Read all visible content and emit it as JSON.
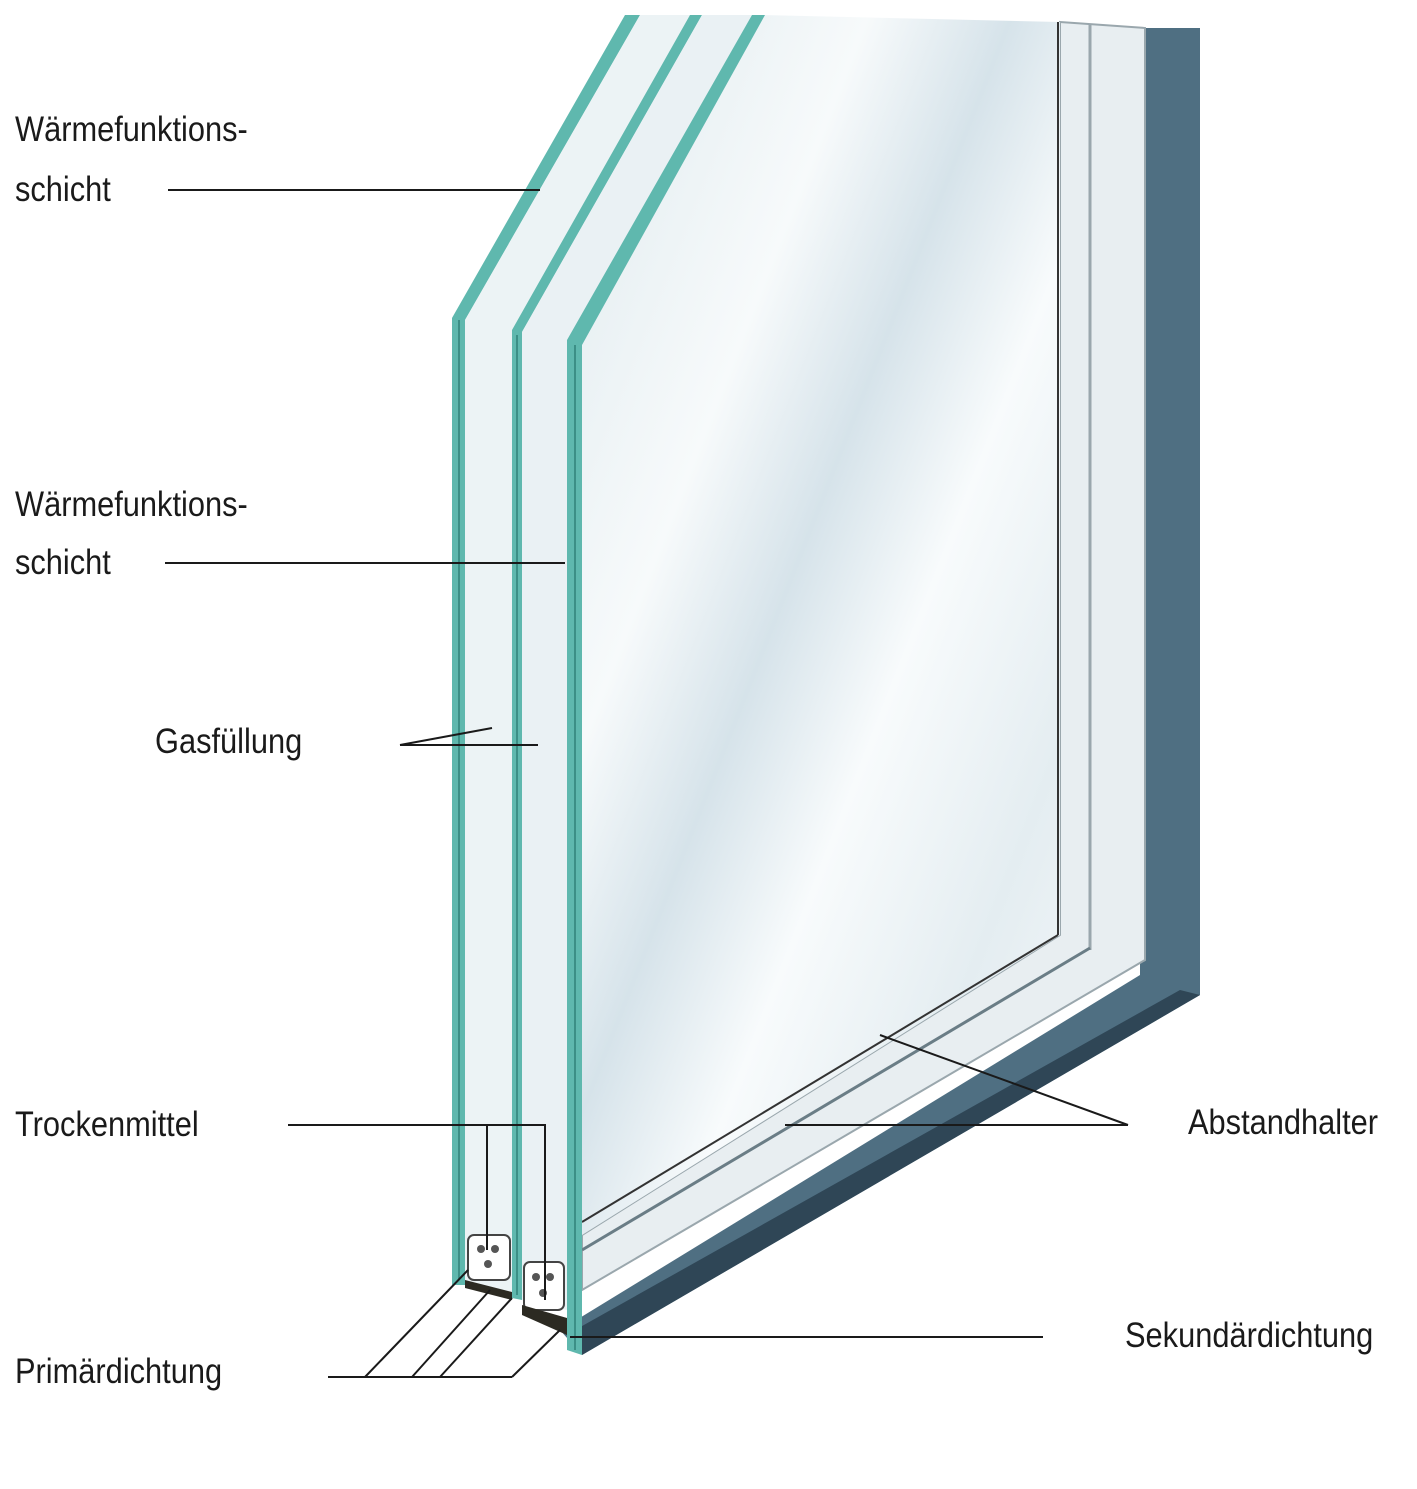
{
  "title": "Dreifach-Isolierglas Aufbau",
  "labels": {
    "coating_1_line1": "Wärmefunktions-",
    "coating_1_line2": "schicht",
    "coating_2_line1": "Wärmefunktions-",
    "coating_2_line2": "schicht",
    "gas_fill": "Gasfüllung",
    "desiccant": "Trockenmittel",
    "primary_seal": "Primärdichtung",
    "spacer": "Abstandhalter",
    "secondary_seal": "Sekundärdichtung"
  },
  "colors": {
    "glass_edge": "#5fb8ae",
    "glass_face": "#eef4f6",
    "secondary_seal": "#4f6f82",
    "leader_line": "#1a1a1a"
  }
}
